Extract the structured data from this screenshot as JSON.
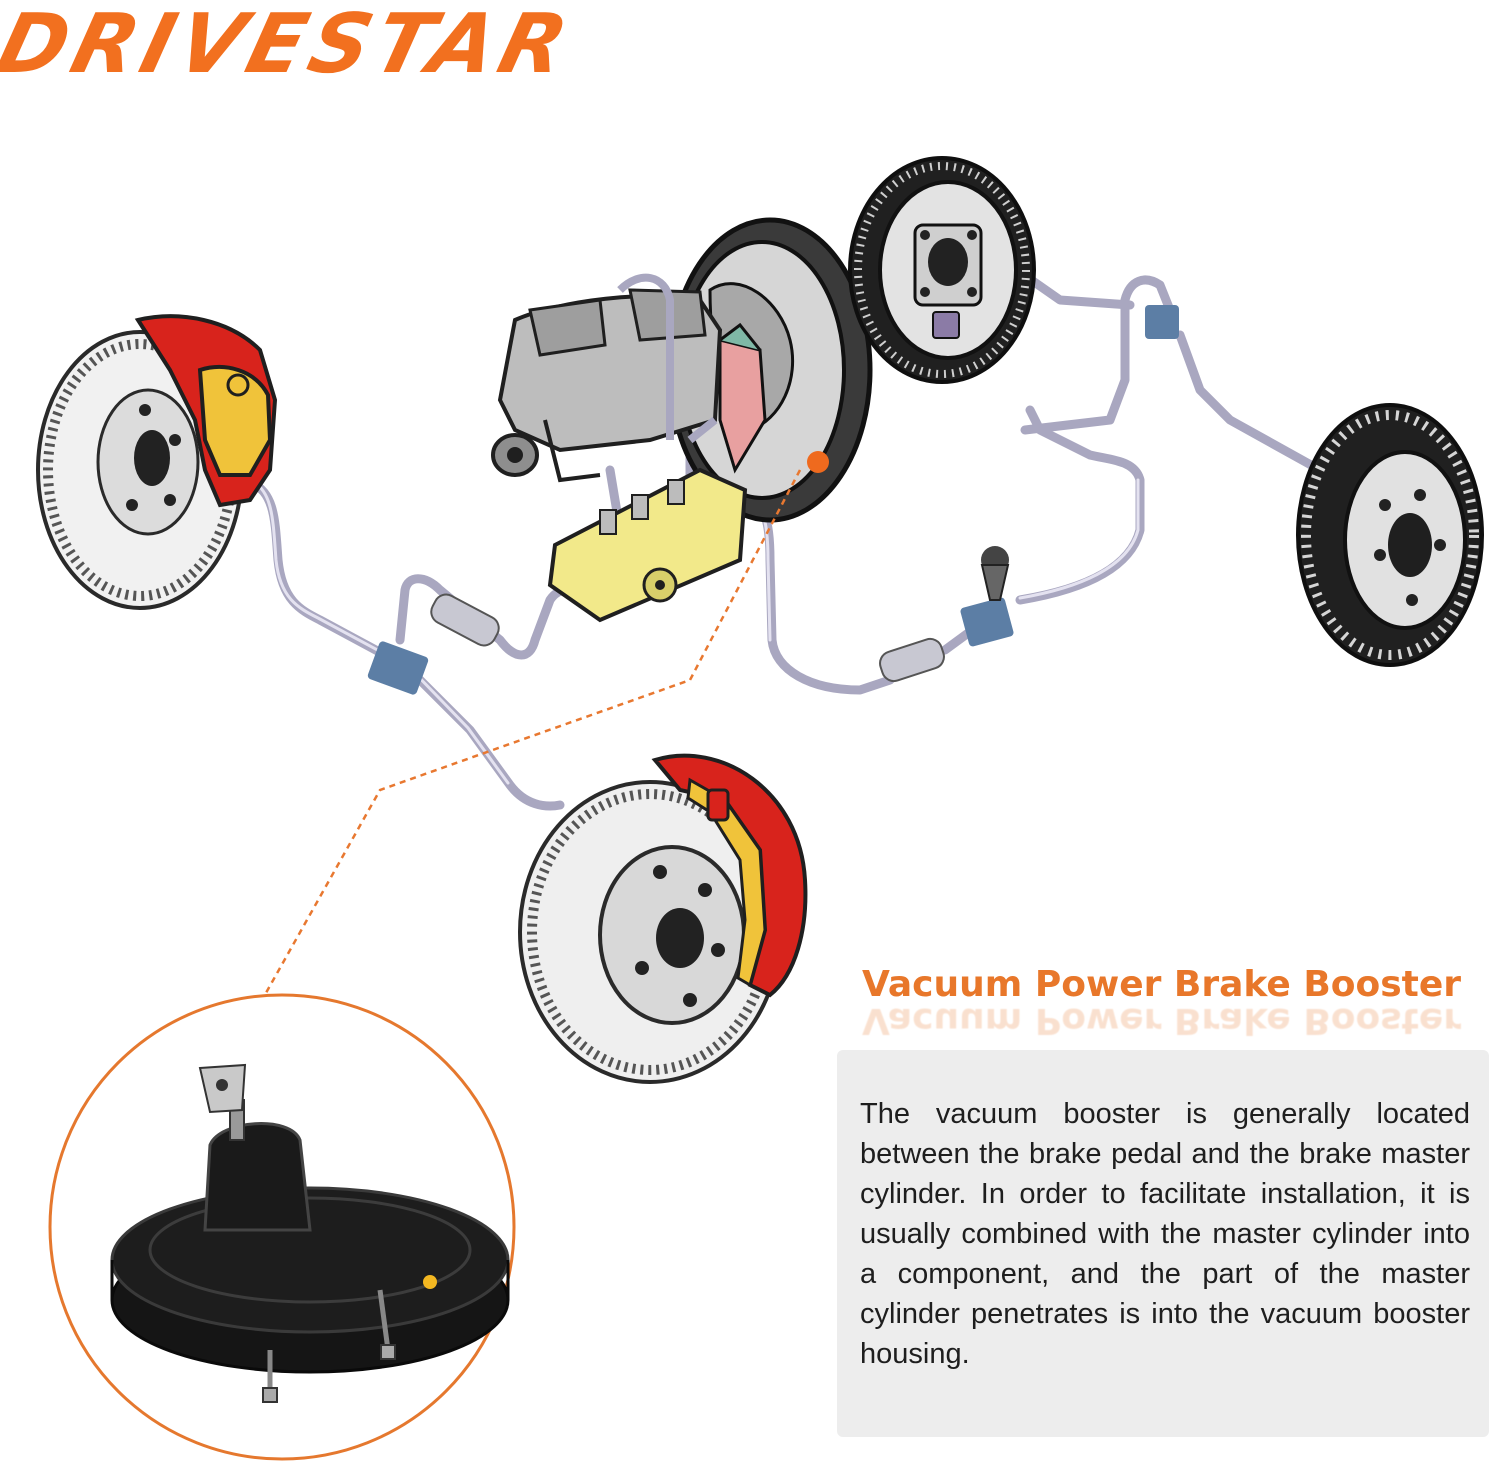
{
  "brand": {
    "name": "DRIVESTAR"
  },
  "heading": "Vacuum Power Brake Booster",
  "description": "The vacuum booster is generally located between the brake pedal and the brake master cylinder. In order to facilitate installation, it is usually combined with the master cylinder into a component, and the part of the master cylinder penetrates is into the vacuum booster housing.",
  "colors": {
    "brand_orange": "#f2701f",
    "heading_orange": "#e8772a",
    "caliper_red": "#d8231c",
    "caliper_yellow": "#f0c33a",
    "brake_line": "#b8b6cc",
    "booster_black": "#1b1b1b",
    "panel_gray": "#ededed"
  },
  "icons": [
    "front-disc-brake-icon",
    "master-cylinder-icon",
    "proportioning-valve-icon",
    "rear-drum-brake-icon",
    "vacuum-booster-icon"
  ]
}
